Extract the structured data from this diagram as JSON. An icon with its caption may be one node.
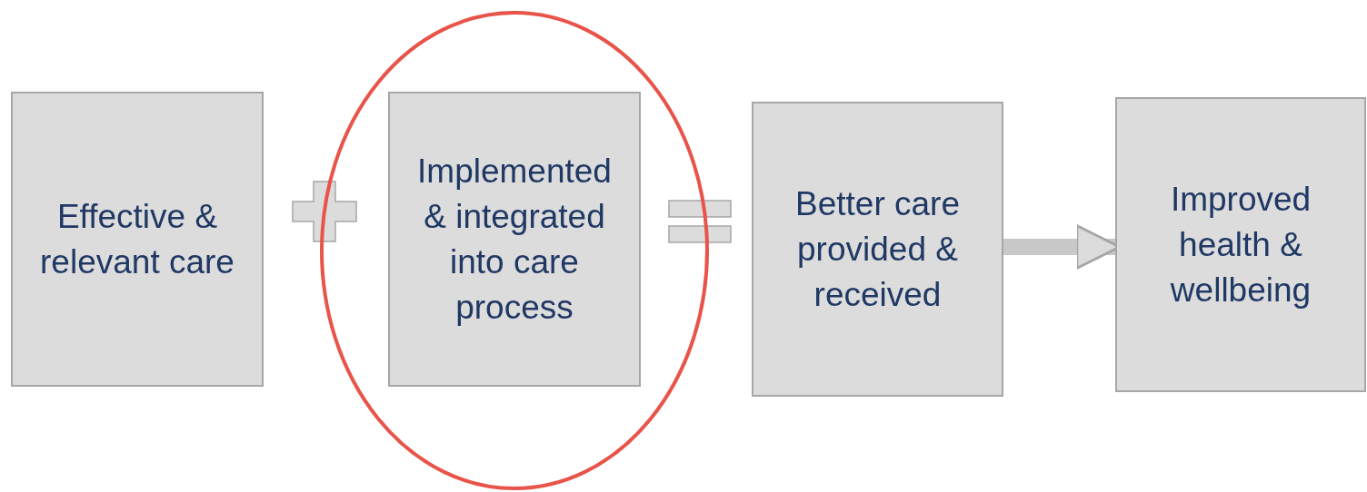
{
  "diagram": {
    "nodes": [
      {
        "text": [
          "Effective & relevant care"
        ]
      },
      {
        "text": [],
        "shape": "circle"
      },
      {
        "text": [
          "Implemented & integrated into care process"
        ],
        "in": 1
      },
      {
        "text": [
          "Better care provided & received"
        ]
      },
      {
        "text": [
          "Improved health & wellbeing"
        ]
      }
    ],
    "edges": [
      {
        "from": 3,
        "to": 4,
        "arrow": "to"
      }
    ]
  }
}
